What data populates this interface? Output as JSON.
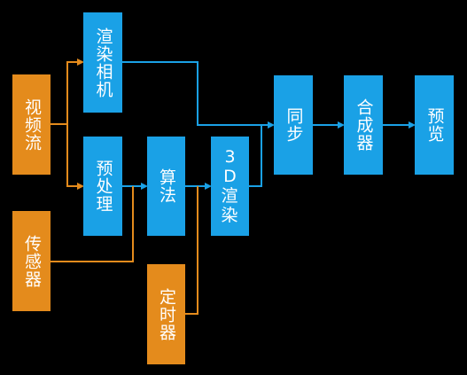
{
  "nodes": {
    "video": "视频流",
    "sensor": "传感器",
    "camera": "渲染相机",
    "preprocess": "预处理",
    "algorithm": "算法",
    "timer": "定时器",
    "render3d_prefix": "3D",
    "render3d_suffix": "渲染",
    "sync": "同步",
    "compose": "合成器",
    "preview": "预览"
  },
  "colors": {
    "source_node": "#e48b1c",
    "process_node": "#1aa1e6",
    "link_from_source": "#e48b1c",
    "link_from_process": "#1aa1e6",
    "background": "#000000"
  }
}
